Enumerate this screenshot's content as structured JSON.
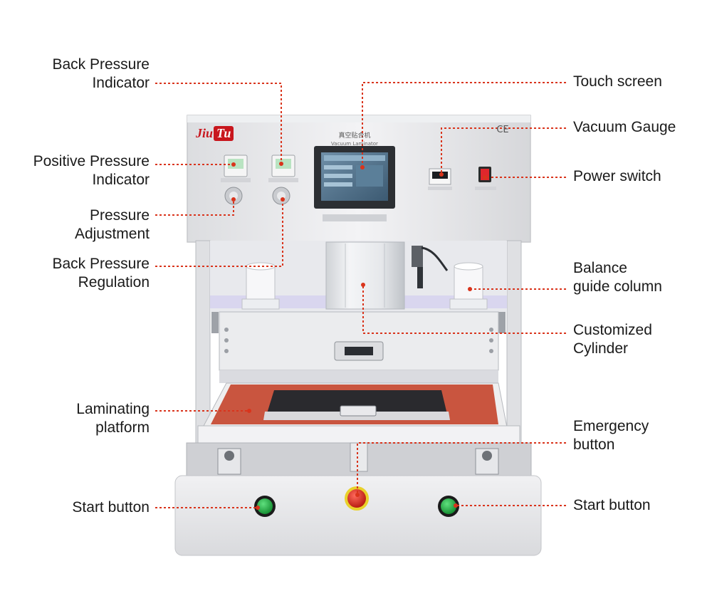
{
  "brand": {
    "part1": "Jiu",
    "part2": "Tu"
  },
  "machine": {
    "model_cn": "真空贴合机",
    "model_en": "Vacuum Laminator",
    "ce_mark": "CE",
    "colors": {
      "body": "#e9e9eb",
      "pad": "#c9553f",
      "power": "#d8232a",
      "start": "#1e9c3c",
      "estop": "#d62a1f",
      "accent": "#d9341c"
    }
  },
  "callouts_left": [
    {
      "id": "back-pressure-indicator",
      "text": "Back Pressure\nIndicator"
    },
    {
      "id": "positive-pressure-indicator",
      "text": "Positive Pressure\nIndicator"
    },
    {
      "id": "pressure-adjustment",
      "text": "Pressure\nAdjustment"
    },
    {
      "id": "back-pressure-regulation",
      "text": "Back Pressure\nRegulation"
    },
    {
      "id": "laminating-platform",
      "text": "Laminating\nplatform"
    },
    {
      "id": "start-button-left",
      "text": "Start button"
    }
  ],
  "callouts_right": [
    {
      "id": "touch-screen",
      "text": "Touch screen"
    },
    {
      "id": "vacuum-gauge",
      "text": "Vacuum Gauge"
    },
    {
      "id": "power-switch",
      "text": "Power switch"
    },
    {
      "id": "balance-guide-column",
      "text": "Balance\nguide column"
    },
    {
      "id": "customized-cylinder",
      "text": "Customized\nCylinder"
    },
    {
      "id": "emergency-button",
      "text": "Emergency\nbutton"
    },
    {
      "id": "start-button-right",
      "text": "Start button"
    }
  ]
}
